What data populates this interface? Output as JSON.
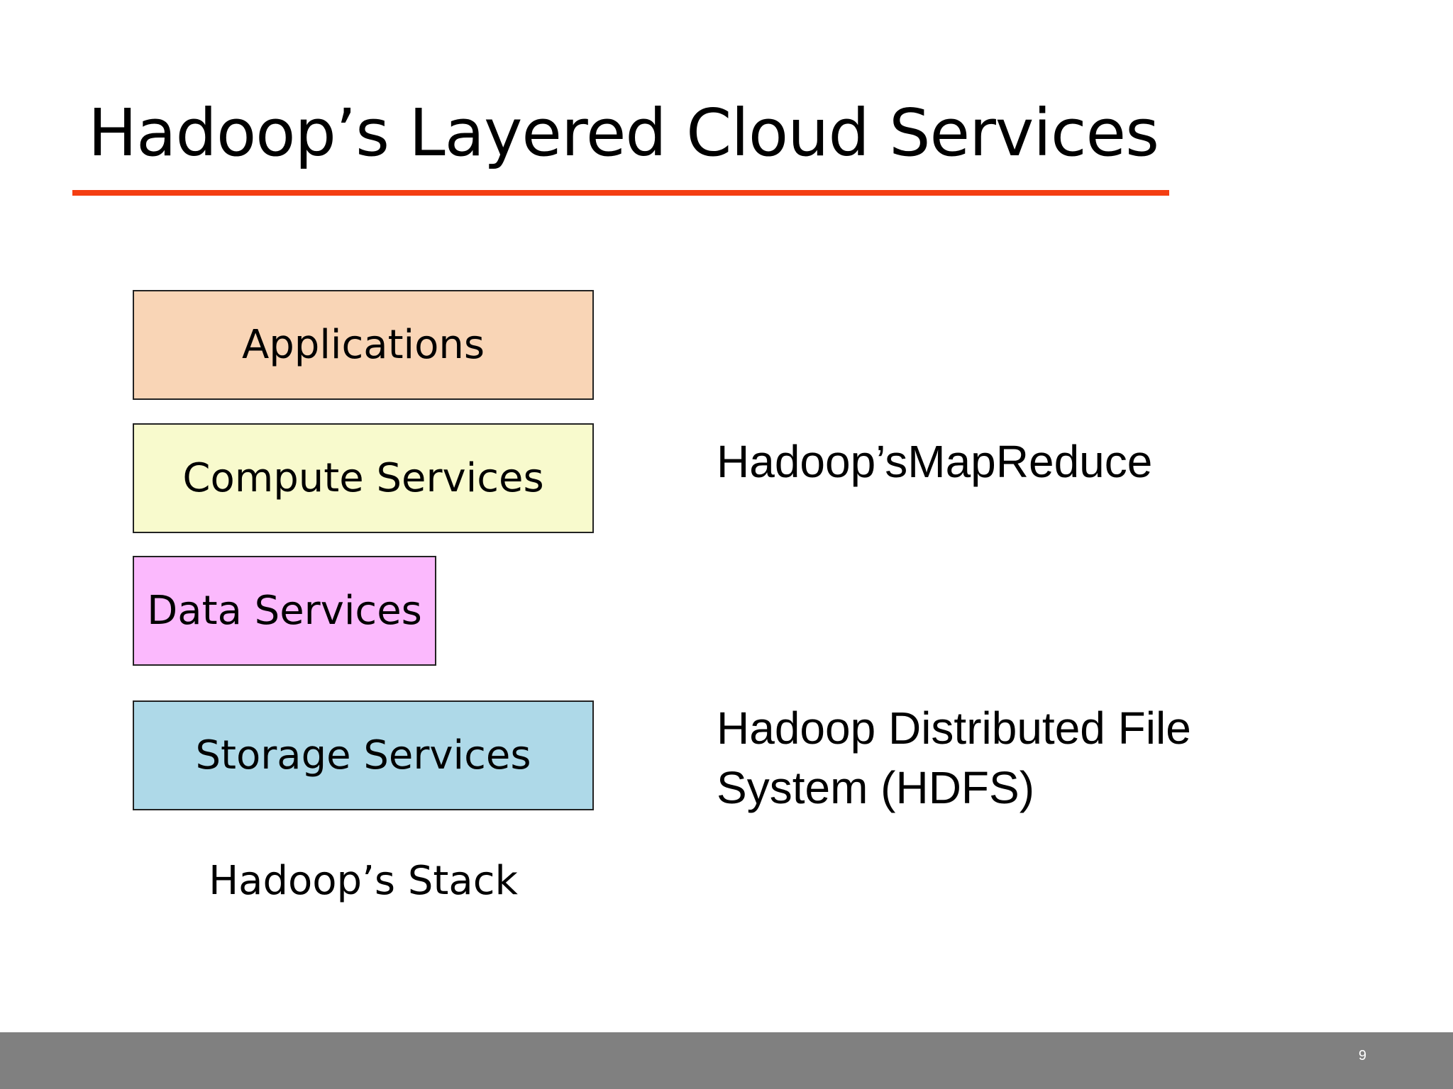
{
  "slide": {
    "title": "Hadoop’s Layered Cloud Services",
    "accent_color": "#f43e12",
    "page_number": "9"
  },
  "stack": {
    "layers": [
      {
        "label": "Applications",
        "fill": "#f9d5b6"
      },
      {
        "label": "Compute Services",
        "fill": "#f8facd"
      },
      {
        "label": "Data Services",
        "fill": "#fbb9fd"
      },
      {
        "label": "Storage Services",
        "fill": "#aed9e8"
      }
    ],
    "caption": "Hadoop’s Stack"
  },
  "annotations": {
    "mapreduce": "Hadoop’sMapReduce",
    "hdfs": "Hadoop Distributed File System (HDFS)"
  }
}
